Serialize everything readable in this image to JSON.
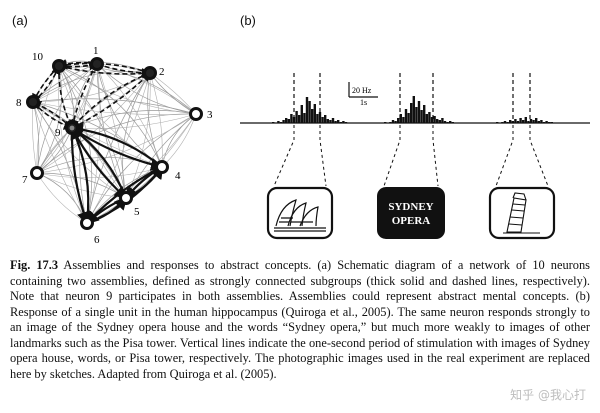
{
  "panels": {
    "a": "(a)",
    "b": "(b)"
  },
  "network": {
    "nodes": [
      {
        "id": "1",
        "label": "1",
        "assembly": "dashed"
      },
      {
        "id": "2",
        "label": "2",
        "assembly": "dashed"
      },
      {
        "id": "3",
        "label": "3",
        "assembly": "none"
      },
      {
        "id": "4",
        "label": "4",
        "assembly": "solid"
      },
      {
        "id": "5",
        "label": "5",
        "assembly": "solid"
      },
      {
        "id": "6",
        "label": "6",
        "assembly": "solid"
      },
      {
        "id": "7",
        "label": "7",
        "assembly": "none"
      },
      {
        "id": "8",
        "label": "8",
        "assembly": "dashed"
      },
      {
        "id": "9",
        "label": "9",
        "assembly": "both"
      },
      {
        "id": "10",
        "label": "10",
        "assembly": "dashed"
      }
    ]
  },
  "response": {
    "scale_rate": "20 Hz",
    "scale_time": "1s",
    "stimuli": [
      {
        "name": "sydney-opera-house",
        "label": "",
        "type": "image"
      },
      {
        "name": "sydney-opera-words",
        "label": "SYDNEY\nOPERA",
        "line1": "SYDNEY",
        "line2": "OPERA",
        "type": "text"
      },
      {
        "name": "pisa-tower",
        "label": "",
        "type": "image"
      }
    ]
  },
  "caption": {
    "fig": "Fig. 17.3",
    "text": "Assemblies and responses to abstract concepts. (a) Schematic diagram of a network of 10 neurons containing two assemblies, defined as strongly connected subgroups (thick solid and dashed lines, respectively). Note that neuron 9 participates in both assemblies. Assemblies could represent abstract mental concepts. (b) Response of a single unit in the human hippocampus (Quiroga et al., 2005). The same neuron responds strongly to an image of the Sydney opera house and the words “Sydney opera,” but much more weakly to images of other landmarks such as the Pisa tower. Vertical lines indicate the one-second period of stimulation with images of Sydney opera house, words, or Pisa tower, respectively. The photographic images used in the real experiment are replaced here by sketches. Adapted from Quiroga et al. (2005)."
  },
  "watermark": "知乎 @我心打"
}
